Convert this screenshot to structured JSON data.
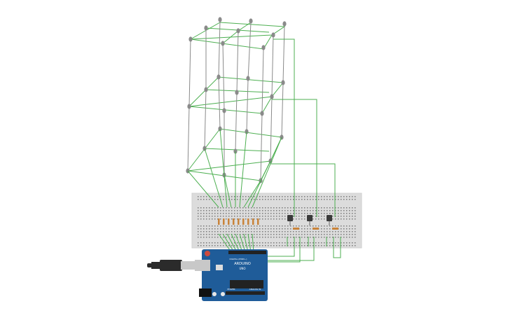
{
  "circuit": {
    "led_cube": {
      "size": 3,
      "layers": 3,
      "led_color": "#8a8a8a",
      "frame_color": "#9a9a9a"
    },
    "breadboard": {
      "color": "#dcdcdc"
    },
    "resistors": {
      "column_count": 9,
      "layer_count": 3,
      "color": "#c9833a"
    },
    "transistors": {
      "count": 3,
      "color": "#3a3a3a"
    },
    "wires": {
      "color": "#4caf50"
    },
    "arduino": {
      "board_color": "#1f5c99",
      "label_brand": "ARDUINO",
      "label_model": "UNO",
      "label_power": "POWER",
      "label_analog": "ANALOG IN",
      "label_digital": "DIGITAL (PWM~)"
    },
    "usb_cable": {
      "color": "#2b2b2b"
    }
  }
}
